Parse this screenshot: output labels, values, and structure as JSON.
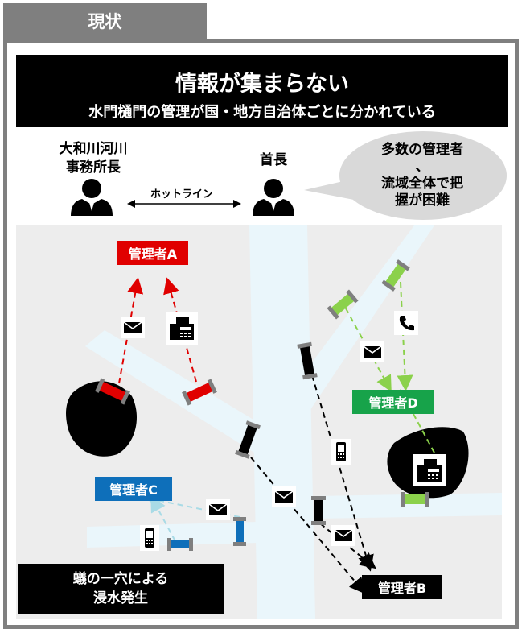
{
  "tab_label": "現状",
  "banner": {
    "title": "情報が集まらない",
    "subtitle": "水門樋門の管理が国・地方自治体ごとに分かれている"
  },
  "people": {
    "office_head": "大和川河川\n事務所長",
    "mayor": "首長"
  },
  "hotline_label": "ホットライン",
  "speech_bubble": "多数の管理者\n、\n流域全体で把\n握が困難",
  "managers": {
    "a": {
      "label": "管理者A",
      "color": "#e00000"
    },
    "b": {
      "label": "管理者B",
      "color": "#000000"
    },
    "c": {
      "label": "管理者C",
      "color": "#0e6fba"
    },
    "d": {
      "label": "管理者D",
      "color": "#17a34a"
    }
  },
  "callout": {
    "line1": "蟻の一穴による",
    "line2": "浸水発生"
  },
  "colors": {
    "frame": "#7f7f7f",
    "map_bg": "#ededed",
    "river": "#eaf6fb",
    "gate_red": "#e00000",
    "gate_black": "#000000",
    "gate_blue": "#0e6fba",
    "gate_green": "#8bd14b",
    "arrow_c": "#a9dbe6"
  },
  "icons": [
    "envelope-icon",
    "fax-icon",
    "phone-icon",
    "mobile-phone-icon"
  ]
}
